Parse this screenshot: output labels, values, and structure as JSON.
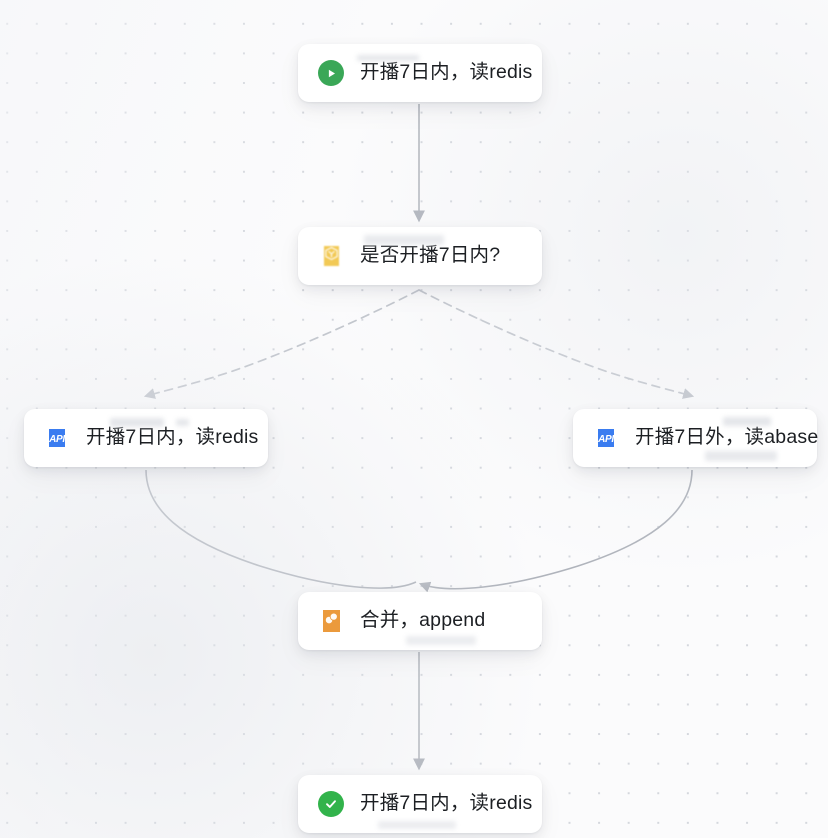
{
  "canvas": {
    "background_color": "#fbfbfc",
    "dot_color": "#d4d7dd",
    "edge_color": "#b3b7bf",
    "name": "workflow-canvas"
  },
  "nodes": [
    {
      "id": "start",
      "label": "开播7日内，读redis",
      "icon": "play-circle-icon",
      "icon_color": "#3aa757",
      "type": "start"
    },
    {
      "id": "branch",
      "label": "是否开播7日内?",
      "icon": "branch-condition-icon",
      "icon_color": "#f2c955",
      "type": "condition"
    },
    {
      "id": "api-left",
      "label": "开播7日内，读redis",
      "icon": "api-icon",
      "icon_color": "#3a7cf0",
      "icon_text": "API",
      "type": "api"
    },
    {
      "id": "api-right",
      "label": "开播7日外，读abase",
      "icon": "api-icon",
      "icon_color": "#3a7cf0",
      "icon_text": "API",
      "type": "api"
    },
    {
      "id": "merge",
      "label": "合并，append",
      "icon": "merge-icon",
      "icon_color": "#eb9a3c",
      "type": "merge"
    },
    {
      "id": "end",
      "label": "开播7日内，读redis",
      "icon": "check-circle-icon",
      "icon_color": "#32b34b",
      "type": "end"
    }
  ],
  "edges": [
    {
      "id": "start-to-branch",
      "from": "start",
      "to": "branch",
      "style": "solid",
      "arrow": true
    },
    {
      "id": "branch-to-api-left",
      "from": "branch",
      "to": "api-left",
      "style": "dashed",
      "arrow": true
    },
    {
      "id": "branch-to-api-right",
      "from": "branch",
      "to": "api-right",
      "style": "dashed",
      "arrow": true
    },
    {
      "id": "api-left-to-merge",
      "from": "api-left",
      "to": "merge",
      "style": "solid",
      "arrow": false
    },
    {
      "id": "api-right-to-merge",
      "from": "api-right",
      "to": "merge",
      "style": "solid",
      "arrow": true
    },
    {
      "id": "merge-to-end",
      "from": "merge",
      "to": "end",
      "style": "solid",
      "arrow": true
    }
  ]
}
